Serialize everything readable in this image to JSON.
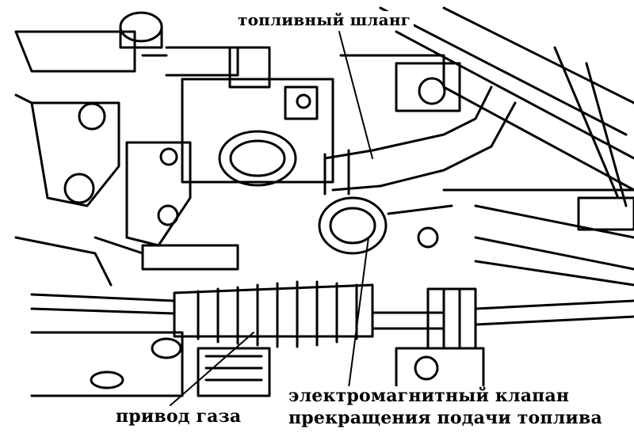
{
  "labels": {
    "fuel_hose": "топливный шланг",
    "solenoid_line1": "электромагнитный клапан",
    "solenoid_line2": "прекращения подачи топлива",
    "throttle_drive": "привод газа"
  },
  "colors": {
    "ink": "#000000",
    "paper": "#ffffff"
  }
}
